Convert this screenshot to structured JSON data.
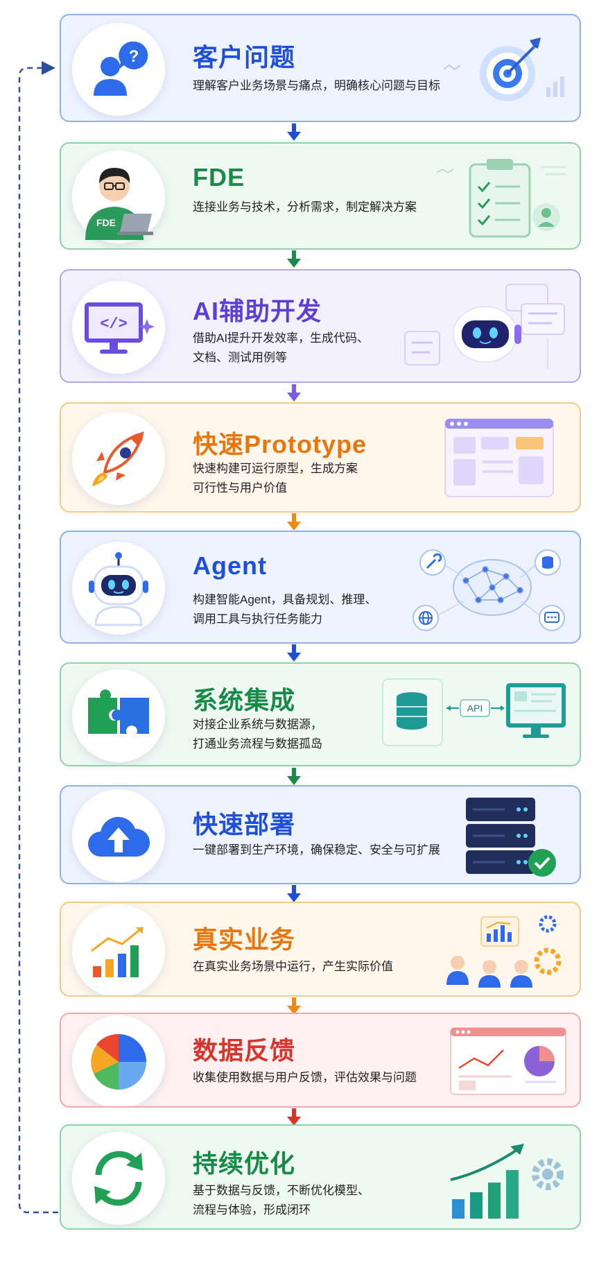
{
  "steps": [
    {
      "title": "客户问题",
      "desc": [
        "理解客户业务场景与痛点，明确核心问题与目标"
      ],
      "color": "#1f4fd8",
      "bg": "#eef4ff",
      "border": "#8fb0ee"
    },
    {
      "title": "FDE",
      "desc": [
        "连接业务与技术，分析需求，制定解决方案"
      ],
      "color": "#1d8a4c",
      "bg": "#eef9f2",
      "border": "#8fd0a8",
      "badge": "FDE"
    },
    {
      "title": "AI辅助开发",
      "desc": [
        "借助AI提升开发效率，生成代码、",
        "文档、测试用例等"
      ],
      "color": "#5b3fd4",
      "bg": "#f4f1ff",
      "border": "#b4a6ee",
      "code_glyph": "</>"
    },
    {
      "title": "快速Prototype",
      "desc": [
        "快速构建可运行原型，生成方案",
        "可行性与用户价值"
      ],
      "color": "#e8760e",
      "bg": "#fff7ec",
      "border": "#f5c98a"
    },
    {
      "title": "Agent",
      "desc": [
        "构建智能Agent，具备规划、推理、",
        "调用工具与执行任务能力"
      ],
      "color": "#1f4fd8",
      "bg": "#eef4ff",
      "border": "#8fb0ee"
    },
    {
      "title": "系统集成",
      "desc": [
        "对接企业系统与数据源，",
        "打通业务流程与数据孤岛"
      ],
      "color": "#178a48",
      "bg": "#eef9f2",
      "border": "#8fd0a8",
      "api_label": "API"
    },
    {
      "title": "快速部署",
      "desc": [
        "一键部署到生产环境，确保稳定、安全与可扩展"
      ],
      "color": "#1f4fd8",
      "bg": "#eef4ff",
      "border": "#8fb0ee"
    },
    {
      "title": "真实业务",
      "desc": [
        "在真实业务场景中运行，产生实际价值"
      ],
      "color": "#e8760e",
      "bg": "#fff7ec",
      "border": "#f5c98a"
    },
    {
      "title": "数据反馈",
      "desc": [
        "收集使用数据与用户反馈，评估效果与问题"
      ],
      "color": "#d9342b",
      "bg": "#fff1f1",
      "border": "#f0a8a8"
    },
    {
      "title": "持续优化",
      "desc": [
        "基于数据与反馈，不断优化模型、",
        "流程与体验，形成闭环"
      ],
      "color": "#178a48",
      "bg": "#eef9f2",
      "border": "#8fd0a8"
    }
  ]
}
